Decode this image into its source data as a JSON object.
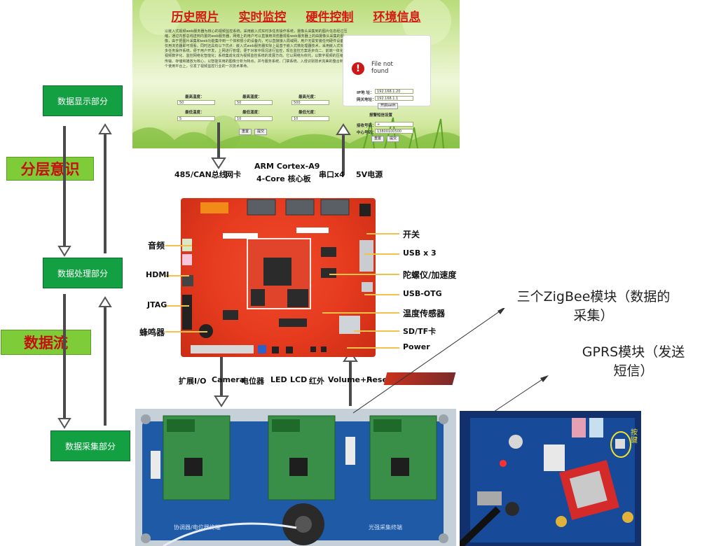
{
  "layers": {
    "display": "数据显示部分",
    "processing": "数据处理部分",
    "collection": "数据采集部分"
  },
  "tags": {
    "layering": "分层意识",
    "dataflow": "数据流"
  },
  "web": {
    "nav": [
      "历史照片",
      "实时监控",
      "硬件控制",
      "环境信息"
    ],
    "paragraph": "以嵌入式视频web服务器为核心的视频监控系统，采用嵌入式实时多任务操作系统，摄像头采集到的图片信息经过压缩，通过内部总线送到内置的web服务器，网络上的用户可以直接用浏览器观看web服务器上的由摄像头采集的图像，由于把图片采集和web功能集中到一个体积很小的设备内，可以直接接入局域网，用户无需安装任何硬件设备，仅用浏览器即可观看。同时还具有以下优点：嵌入式web服务器实际上是基于嵌入式微处理器技术，采用嵌入式实时多任务操作系统，便于用户开发，上网进行管理；便于对家中情况进行监控，现在监控方案逐步向二、前端一体化、视频数字化、监控网络化智能化；系统集成化成为视频监控系统的发展方向。它以网络为依托，以数字视频的压缩、传输、存储和播放为核心，以智能实用的图像分析为特点，并与服务系统、门禁系统、入侵识别技术完美的整合到一个使用平台上，引发了视频监控行业的一次技术革命。",
    "file_error": {
      "icon": "error-icon",
      "line1": "File not",
      "line2": "found"
    },
    "form": {
      "max_temp_label": "最高温度：",
      "max_temp_value": "50",
      "min_temp_label": "最低温度：",
      "min_temp_value": "5",
      "max_hum_label": "最高湿度：",
      "max_hum_value": "50",
      "min_hum_label": "最低湿度：",
      "min_hum_value": "10",
      "max_light_label": "最高光度：",
      "max_light_value": "500",
      "min_light_label": "最低光度：",
      "min_light_value": "10",
      "reset": "重置",
      "submit": "提交"
    },
    "network": {
      "ip_label": "IP地 址：",
      "ip_value": "192.168.1.20",
      "gw_label": "网关地址：",
      "gw_value": "192.168.1.1",
      "open": "开启setH",
      "alarm_title": "报警短信设置",
      "recv_label": "接收号码：",
      "recv_value": "+",
      "center_label": "中心号码：",
      "center_value": "13800100500",
      "reset": "重置",
      "submit": "提交"
    }
  },
  "board": {
    "top_labels": {
      "can": "485/CAN总线",
      "nic": "网卡",
      "core_line1": "ARM Cortex-A9",
      "core_line2": "4-Core 核心板",
      "serial": "串口x4",
      "power5v": "5V电源"
    },
    "left_labels": [
      "音频",
      "HDMI",
      "JTAG",
      "蜂鸣器"
    ],
    "right_labels": [
      "开关",
      "USB x 3",
      "陀螺仪/加速度",
      "USB-OTG",
      "温度传感器",
      "SD/TF卡",
      "Power"
    ],
    "bottom_labels": [
      "扩展I/O",
      "Camera",
      "电位器",
      "LED",
      "LCD",
      "红外",
      "Volume+/-",
      "Reset"
    ]
  },
  "callouts": {
    "zigbee_line1": "三个ZigBee模块（数据的",
    "zigbee_line2": "采集）",
    "gprs_line1": "GPRS模块（发送",
    "gprs_line2": "短信）"
  },
  "photos": {
    "zigbee_labels": [
      "协调器/电位器终端",
      "光强采集终端"
    ],
    "gprs_button": "按键"
  },
  "colors": {
    "layer_box": "#12a042",
    "tag_bg": "#7fcc39",
    "tag_text": "#c41010",
    "nav_text": "#d41a12",
    "board": "#e53a1e",
    "arrow": "#4a4a4a"
  }
}
